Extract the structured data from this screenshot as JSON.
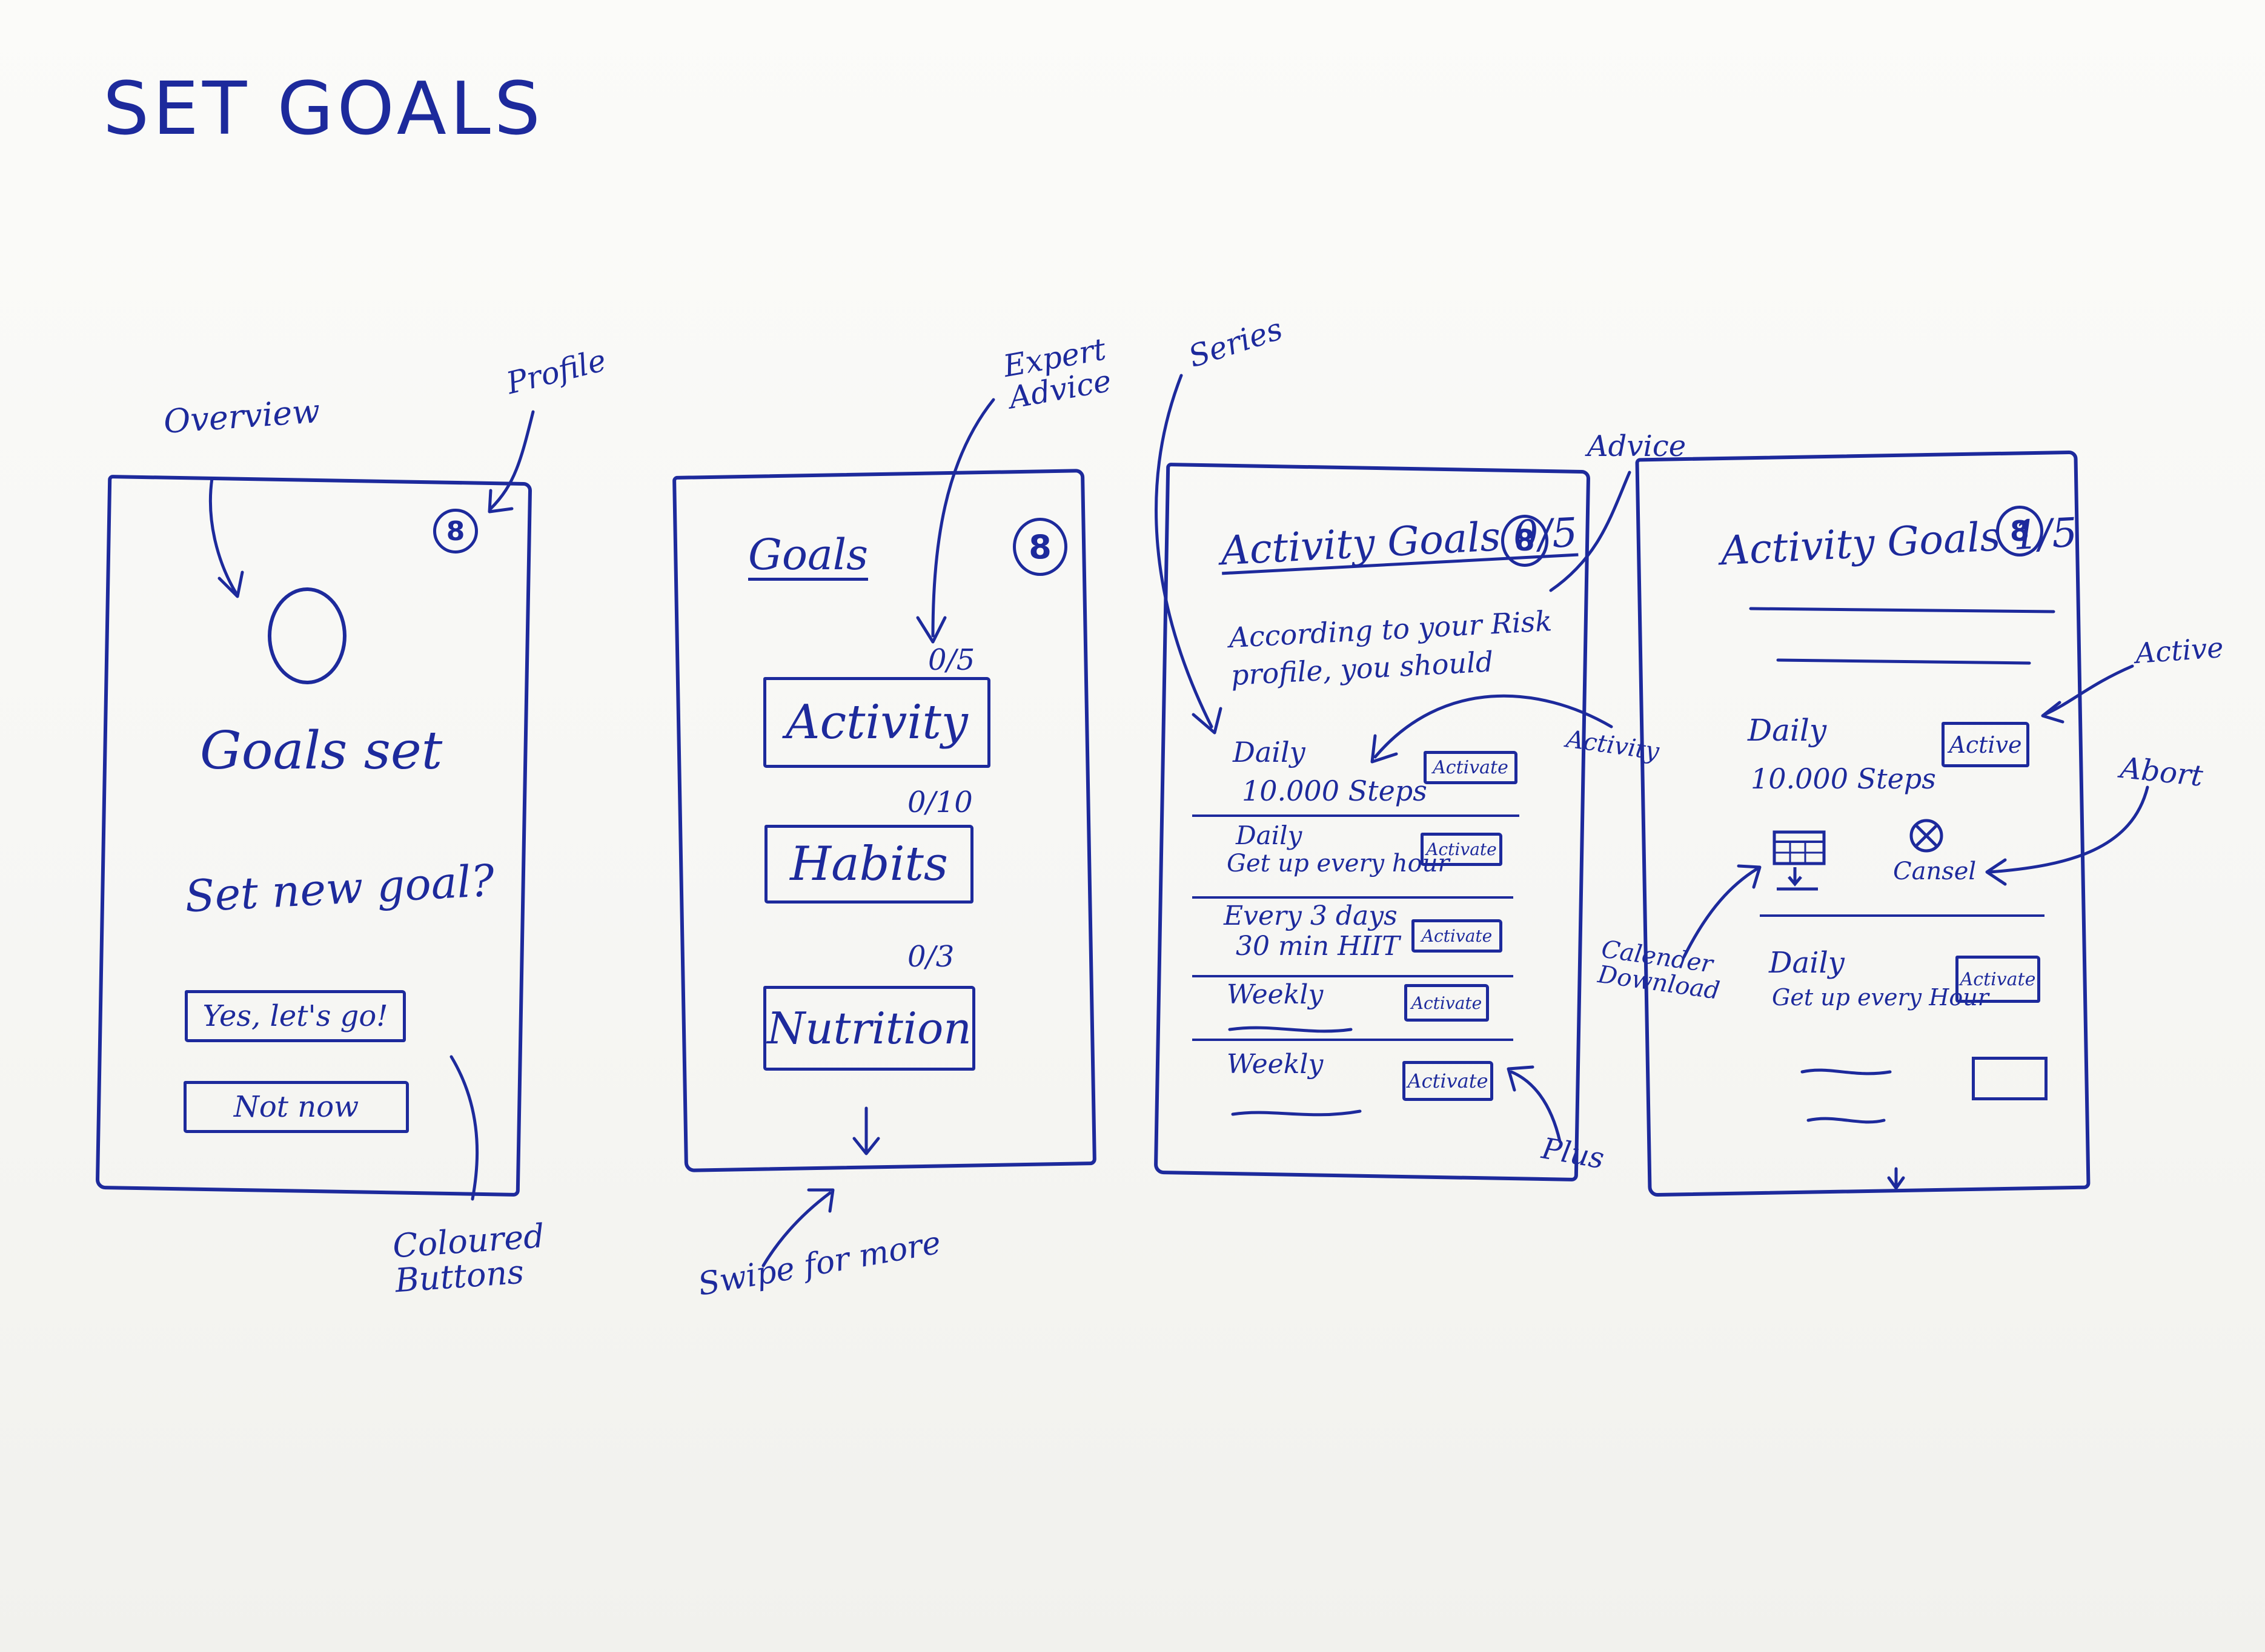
{
  "title": "SET GOALS",
  "colors": {
    "ink": "#1d2a9c",
    "paper": "#f8f8f6"
  },
  "screen1": {
    "goals_set": "Goals set",
    "question": "Set new goal?",
    "yes_button": "Yes, let's go!",
    "no_button": "Not now",
    "profile_icon": "user-icon",
    "notes": {
      "overview": "Overview",
      "profile": "Profile",
      "colored_buttons": "Coloured Buttons"
    }
  },
  "screen2": {
    "title": "Goals",
    "categories": [
      {
        "label": "Activity",
        "count": "0/5"
      },
      {
        "label": "Habits",
        "count": "0/10"
      },
      {
        "label": "Nutrition",
        "count": "0/3"
      }
    ],
    "scroll_icon": "arrow-down-icon",
    "notes": {
      "expert_advice": "Expert Advice",
      "swipe": "Swipe for more"
    }
  },
  "screen3": {
    "title": "Activity Goals 0/5",
    "advice": "According to your Risk profile, you should",
    "goals": [
      {
        "freq": "Daily",
        "desc": "10.000 Steps",
        "button": "Activate"
      },
      {
        "freq": "Daily",
        "desc": "Get up every hour",
        "button": "Activate"
      },
      {
        "freq": "Every 3 days",
        "desc": "30 min HIIT",
        "button": "Activate"
      },
      {
        "freq": "Weekly",
        "desc": "",
        "button": "Activate"
      },
      {
        "freq": "Weekly",
        "desc": "",
        "button": "Activate"
      }
    ],
    "notes": {
      "series": "Series",
      "advice": "Advice",
      "activity": "Activity",
      "plus": "Plus"
    }
  },
  "screen4": {
    "title": "Activity Goals 1/5",
    "active_goal": {
      "freq": "Daily",
      "desc": "10.000 Steps",
      "status": "Active"
    },
    "cancel_label": "Cansel",
    "goal2": {
      "freq": "Daily",
      "desc": "Get up every Hour",
      "button": "Activate"
    },
    "scroll_icon": "arrow-down-icon",
    "notes": {
      "active": "Active",
      "abort": "Abort",
      "calendar_download": "Calender Download"
    }
  }
}
